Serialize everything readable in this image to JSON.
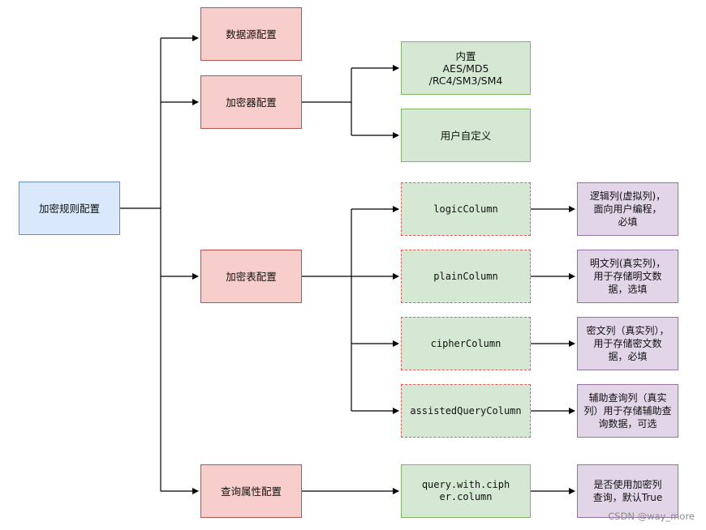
{
  "diagram": {
    "root": "加密规则配置",
    "datasource": "数据源配置",
    "encryptor": "加密器配置",
    "builtin": "内置\nAES/MD5\n/RC4/SM3/SM4",
    "custom": "用户自定义",
    "table": "加密表配置",
    "logic_column": "logicColumn",
    "plain_column": "plainColumn",
    "cipher_column": "cipherColumn",
    "assisted_column": "assistedQueryColumn",
    "logic_desc": "逻辑列(虚拟列)，\n面向用户编程，\n必填",
    "plain_desc": "明文列(真实列)，\n用于存储明文数\n据，选填",
    "cipher_desc": "密文列（真实列），\n用于存储密文数\n据，必填",
    "assisted_desc": "辅助查询列（真实\n列）用于存储辅助查\n询数据，可选",
    "query": "查询属性配置",
    "query_key": "query.with.ciph\ner.column",
    "query_desc": "是否使用加密列\n查询，默认True"
  },
  "watermark": "CSDN @way_more",
  "colors": {
    "root_fill": "#dae8fc",
    "root_stroke": "#6c8ebf",
    "config_fill": "#f8cecc",
    "config_stroke": "#b85450",
    "option_fill": "#d5e8d4",
    "option_stroke": "#82b366",
    "desc_fill": "#e1d5e7",
    "desc_stroke": "#9673a6"
  }
}
